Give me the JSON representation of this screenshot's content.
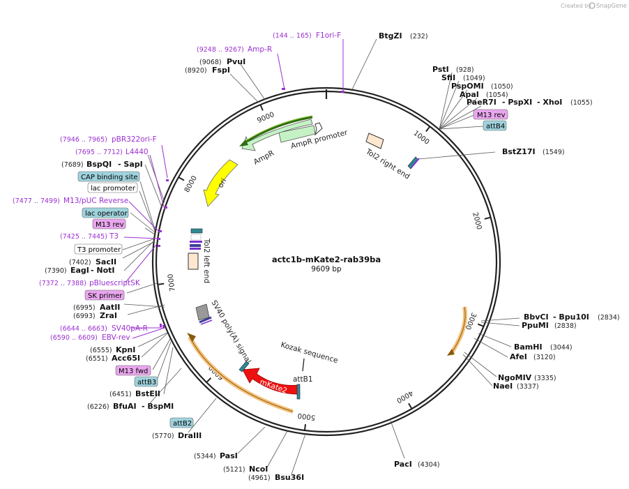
{
  "header": {
    "created_by": "Created by",
    "brand": "SnapGene"
  },
  "map": {
    "name": "actc1b-mKate2-rab39ba",
    "size": "9609 bp",
    "ticks": [
      "1000",
      "2000",
      "3000",
      "4000",
      "5000",
      "6000",
      "7000",
      "8000",
      "9000"
    ]
  },
  "enzymes": [
    {
      "name": "BtgZI",
      "pos": "(232)"
    },
    {
      "name": "PstI",
      "pos": "(928)"
    },
    {
      "name": "SfiI",
      "pos": "(1049)"
    },
    {
      "name": "PspOMI",
      "pos": "(1050)"
    },
    {
      "name": "ApaI",
      "pos": "(1054)"
    },
    {
      "name": "PaeR7I",
      "pos": ""
    },
    {
      "name": "- PspXI",
      "pos": ""
    },
    {
      "name": "- XhoI",
      "pos": "(1055)"
    },
    {
      "name": "BstZ17I",
      "pos": "(1549)"
    },
    {
      "name": "BbvCI",
      "pos": ""
    },
    {
      "name": "- Bpu10I",
      "pos": "(2834)"
    },
    {
      "name": "PpuMI",
      "pos": "(2838)"
    },
    {
      "name": "BamHI",
      "pos": "(3044)"
    },
    {
      "name": "AfeI",
      "pos": "(3120)"
    },
    {
      "name": "NgoMIV",
      "pos": "(3335)"
    },
    {
      "name": "NaeI",
      "pos": "(3337)"
    },
    {
      "name": "PacI",
      "pos": "(4304)"
    },
    {
      "name": "Bsu36I",
      "pos": "(4961)"
    },
    {
      "name": "NcoI",
      "pos": "(5121)"
    },
    {
      "name": "PasI",
      "pos": "(5344)"
    },
    {
      "name": "DraIII",
      "pos": "(5770)"
    },
    {
      "name": "BfuAI",
      "pos": "(6226)"
    },
    {
      "name": "- BspMI",
      "pos": ""
    },
    {
      "name": "BstEII",
      "pos": "(6451)"
    },
    {
      "name": "Acc65I",
      "pos": "(6551)"
    },
    {
      "name": "KpnI",
      "pos": "(6555)"
    },
    {
      "name": "ZraI",
      "pos": "(6993)"
    },
    {
      "name": "AatII",
      "pos": "(6995)"
    },
    {
      "name": "EagI",
      "pos": "(7390)"
    },
    {
      "name": "- NotI",
      "pos": ""
    },
    {
      "name": "SacII",
      "pos": "(7402)"
    },
    {
      "name": "BspQI",
      "pos": "(7689)"
    },
    {
      "name": "- SapI",
      "pos": ""
    },
    {
      "name": "FspI",
      "pos": "(8920)"
    },
    {
      "name": "PvuI",
      "pos": "(9068)"
    }
  ],
  "primers": [
    {
      "name": "F1ori-F",
      "pos": "(144 .. 165)"
    },
    {
      "name": "Amp-R",
      "pos": "(9248 .. 9267)"
    },
    {
      "name": "pBR322ori-F",
      "pos": "(7946 .. 7965)"
    },
    {
      "name": "L4440",
      "pos": "(7695 .. 7712)"
    },
    {
      "name": "M13/pUC Reverse",
      "pos": "(7477 .. 7499)"
    },
    {
      "name": "T3",
      "pos": "(7425 .. 7445)"
    },
    {
      "name": "pBluescriptSK",
      "pos": "(7372 .. 7388)"
    },
    {
      "name": "SV40pA-R",
      "pos": "(6644 .. 6663)"
    },
    {
      "name": "EBV-rev",
      "pos": "(6590 .. 6609)"
    }
  ],
  "boxed_labels": [
    {
      "text": "M13 rev"
    },
    {
      "text": "attB4"
    },
    {
      "text": "CAP binding site"
    },
    {
      "text": "lac promoter"
    },
    {
      "text": "lac operator"
    },
    {
      "text": "M13 rev"
    },
    {
      "text": "T3 promoter"
    },
    {
      "text": "SK primer"
    },
    {
      "text": "M13 fwd"
    },
    {
      "text": "attB3"
    },
    {
      "text": "attB2"
    }
  ],
  "features": {
    "ampr_promoter": "AmpR promoter",
    "ampr": "AmpR",
    "ori": "ori",
    "tol2_right": "Tol2 right end",
    "tol2_left": "Tol2 left end",
    "sv40": "SV40 poly(A) signal",
    "kozak": "Kozak sequence",
    "attb1": "attB1",
    "mkate2": "mKate2"
  },
  "colors": {
    "backbone": "#222222",
    "primer": "#9b30d0",
    "ampr": "#c5f2c5",
    "ori": "#ffff00",
    "mkate2": "#ee1111",
    "orange_arc": "#f5c27a",
    "att_box": "#9fd3dd",
    "m13_box": "#e9a6ee"
  }
}
